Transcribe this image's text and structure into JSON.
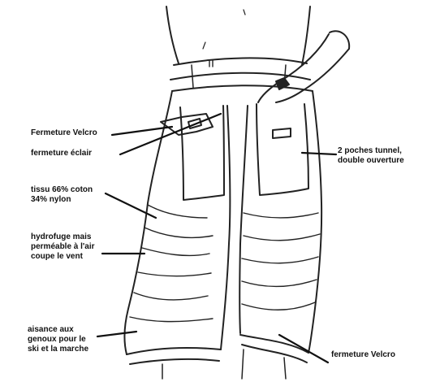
{
  "labels": {
    "velcro_top": "Fermeture Velcro",
    "zipper": "fermeture éclair",
    "fabric": "tissu 66% coton\n34% nylon",
    "waterproof": "hydrofuge mais\nperméable à l'air\ncoupe le vent",
    "knees": "aisance aux\ngenoux pour le\nski et la marche",
    "pockets": "2 poches tunnel,\ndouble ouverture",
    "velcro_bottom": "fermeture Velcro"
  },
  "colors": {
    "ink": "#111111",
    "background": "#ffffff"
  }
}
